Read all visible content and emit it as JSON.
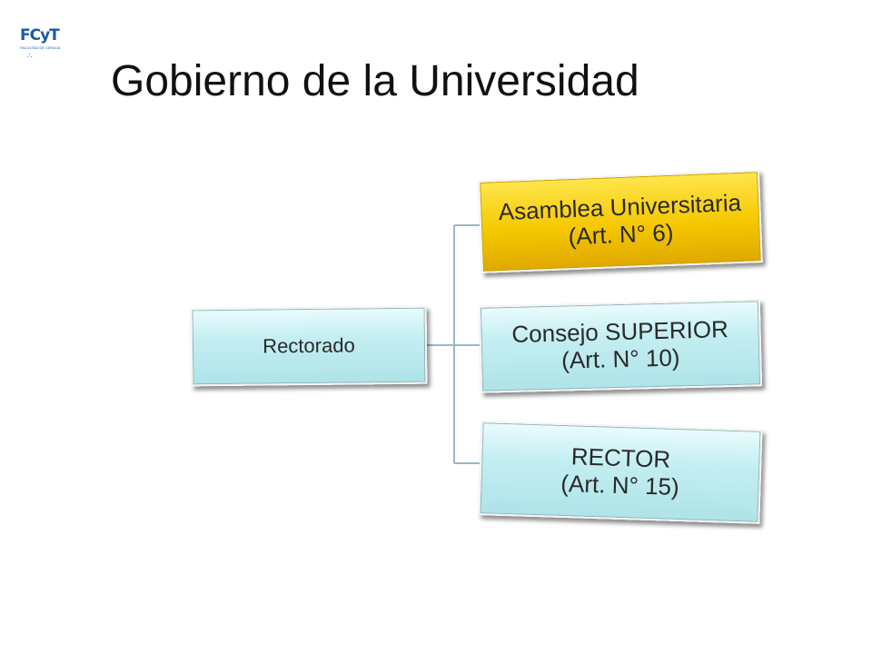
{
  "logo": {
    "text": "FCyT",
    "subtitle": "FACULTAD DE CIENCIA Y TECNOLOGÍA UADER"
  },
  "title": "Gobierno de la Universidad",
  "diagram": {
    "root": {
      "label": "Rectorado"
    },
    "children": [
      {
        "label": "Asamblea Universitaria\n(Art. N° 6)",
        "color": "#f5c800"
      },
      {
        "label": "Consejo SUPERIOR\n(Art. N° 10)",
        "color": "#c3eef2"
      },
      {
        "label": "RECTOR\n(Art. N° 15)",
        "color": "#c3eef2"
      }
    ],
    "connector_color": "#9bb7c4"
  }
}
